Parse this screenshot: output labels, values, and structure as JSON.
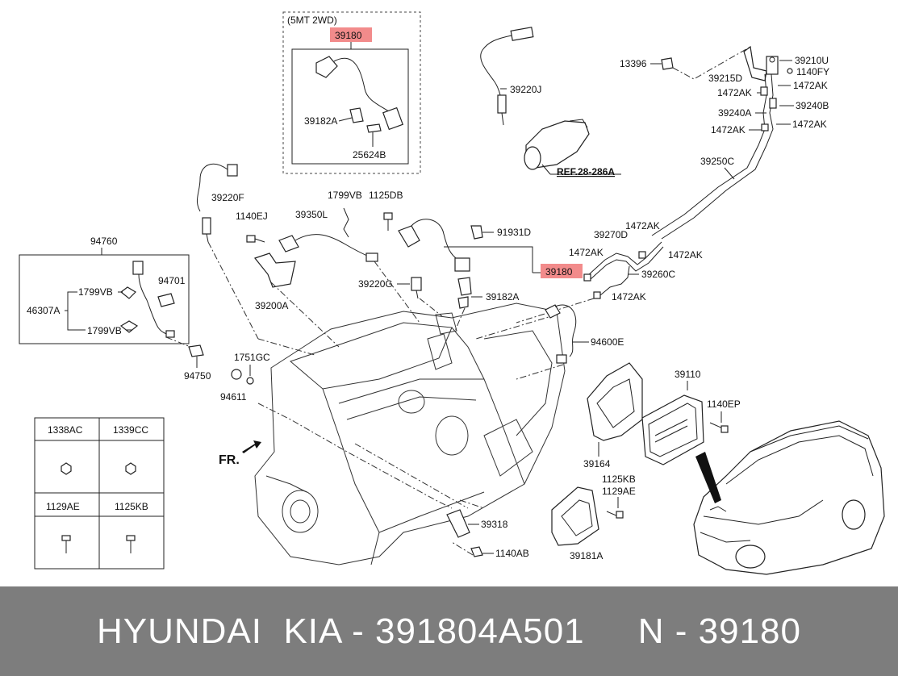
{
  "labels": {
    "variant": "(5MT 2WD)",
    "p39180_top": "39180",
    "p39182A_top": "39182A",
    "p25624B": "25624B",
    "p39220J": "39220J",
    "ref": "REF.28-286A",
    "p13396": "13396",
    "p39210U": "39210U",
    "p1140FY": "1140FY",
    "p39215D": "39215D",
    "p1472AK_a": "1472AK",
    "p1472AK_b": "1472AK",
    "p39240A": "39240A",
    "p39240B": "39240B",
    "p1472AK_c": "1472AK",
    "p1472AK_d": "1472AK",
    "p39250C": "39250C",
    "p39220F": "39220F",
    "p1799VB_top": "1799VB",
    "p1125DB": "1125DB",
    "p1140EJ": "1140EJ",
    "p39350L": "39350L",
    "p91931D": "91931D",
    "p1472AK_e": "1472AK",
    "p39270D": "39270D",
    "p1472AK_f": "1472AK",
    "p1472AK_g": "1472AK",
    "p39180_mid": "39180",
    "p39260C": "39260C",
    "p1472AK_h": "1472AK",
    "p94760": "94760",
    "p94701": "94701",
    "p1799VB_a": "1799VB",
    "p46307A": "46307A",
    "p1799VB_b": "1799VB",
    "p39220G": "39220G",
    "p39182A_mid": "39182A",
    "p39200A": "39200A",
    "p94600E": "94600E",
    "p1751GC": "1751GC",
    "p94750": "94750",
    "p94611": "94611",
    "p39110": "39110",
    "p1140EP": "1140EP",
    "fr": "FR.",
    "p39164": "39164",
    "p1125KB_r": "1125KB",
    "p1129AE_r": "1129AE",
    "p39318": "39318",
    "p1140AB": "1140AB",
    "p39181A": "39181A"
  },
  "legend": {
    "cells": [
      "1338AC",
      "1339CC",
      "1129AE",
      "1125KB"
    ]
  },
  "footer": {
    "text": "HYUNDAI  KIA - 391804A501     N - 39180"
  },
  "colors": {
    "highlight": "#f28b8b",
    "footer_bg": "#7d7d7d"
  }
}
